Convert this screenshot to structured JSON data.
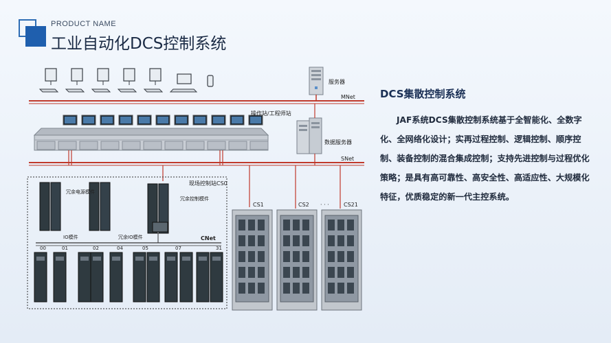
{
  "header": {
    "product_name": "PRODUCT NAME",
    "title": "工业自动化DCS控制系统"
  },
  "diagram": {
    "server_label": "服务器",
    "mnet_label": "MNet",
    "operator_station_label": "操作站/工程师站",
    "data_server_label": "数据服务器",
    "snet_label": "SNet",
    "field_station_label": "现场控制站CS0",
    "redundant_power_label": "冗余电源模件",
    "redundant_control_label": "冗余控制模件",
    "io_module_label": "IO模件",
    "redundant_io_label": "冗余IO模件",
    "cnet_label": "CNet",
    "slot_labels": [
      "00",
      "01",
      "02",
      "04",
      "05",
      "07",
      "31"
    ],
    "cabinet_labels": [
      "CS1",
      "CS2",
      "· · ·",
      "CS21"
    ]
  },
  "description": {
    "heading": "DCS集散控制系统",
    "body": "JAF系统DCS集散控制系统基于全智能化、全数字化、全网络化设计；实再过程控制、逻辑控制、顺序控制、装备控制的混合集成控制；支持先进控制与过程优化策略；是具有高可靠性、高安全性、高适应性、大规模化特征，优质稳定的新一代主控系统。"
  },
  "colors": {
    "accent": "#1f5fae",
    "network_line": "#c0392b",
    "title_text": "#1a2a44"
  }
}
